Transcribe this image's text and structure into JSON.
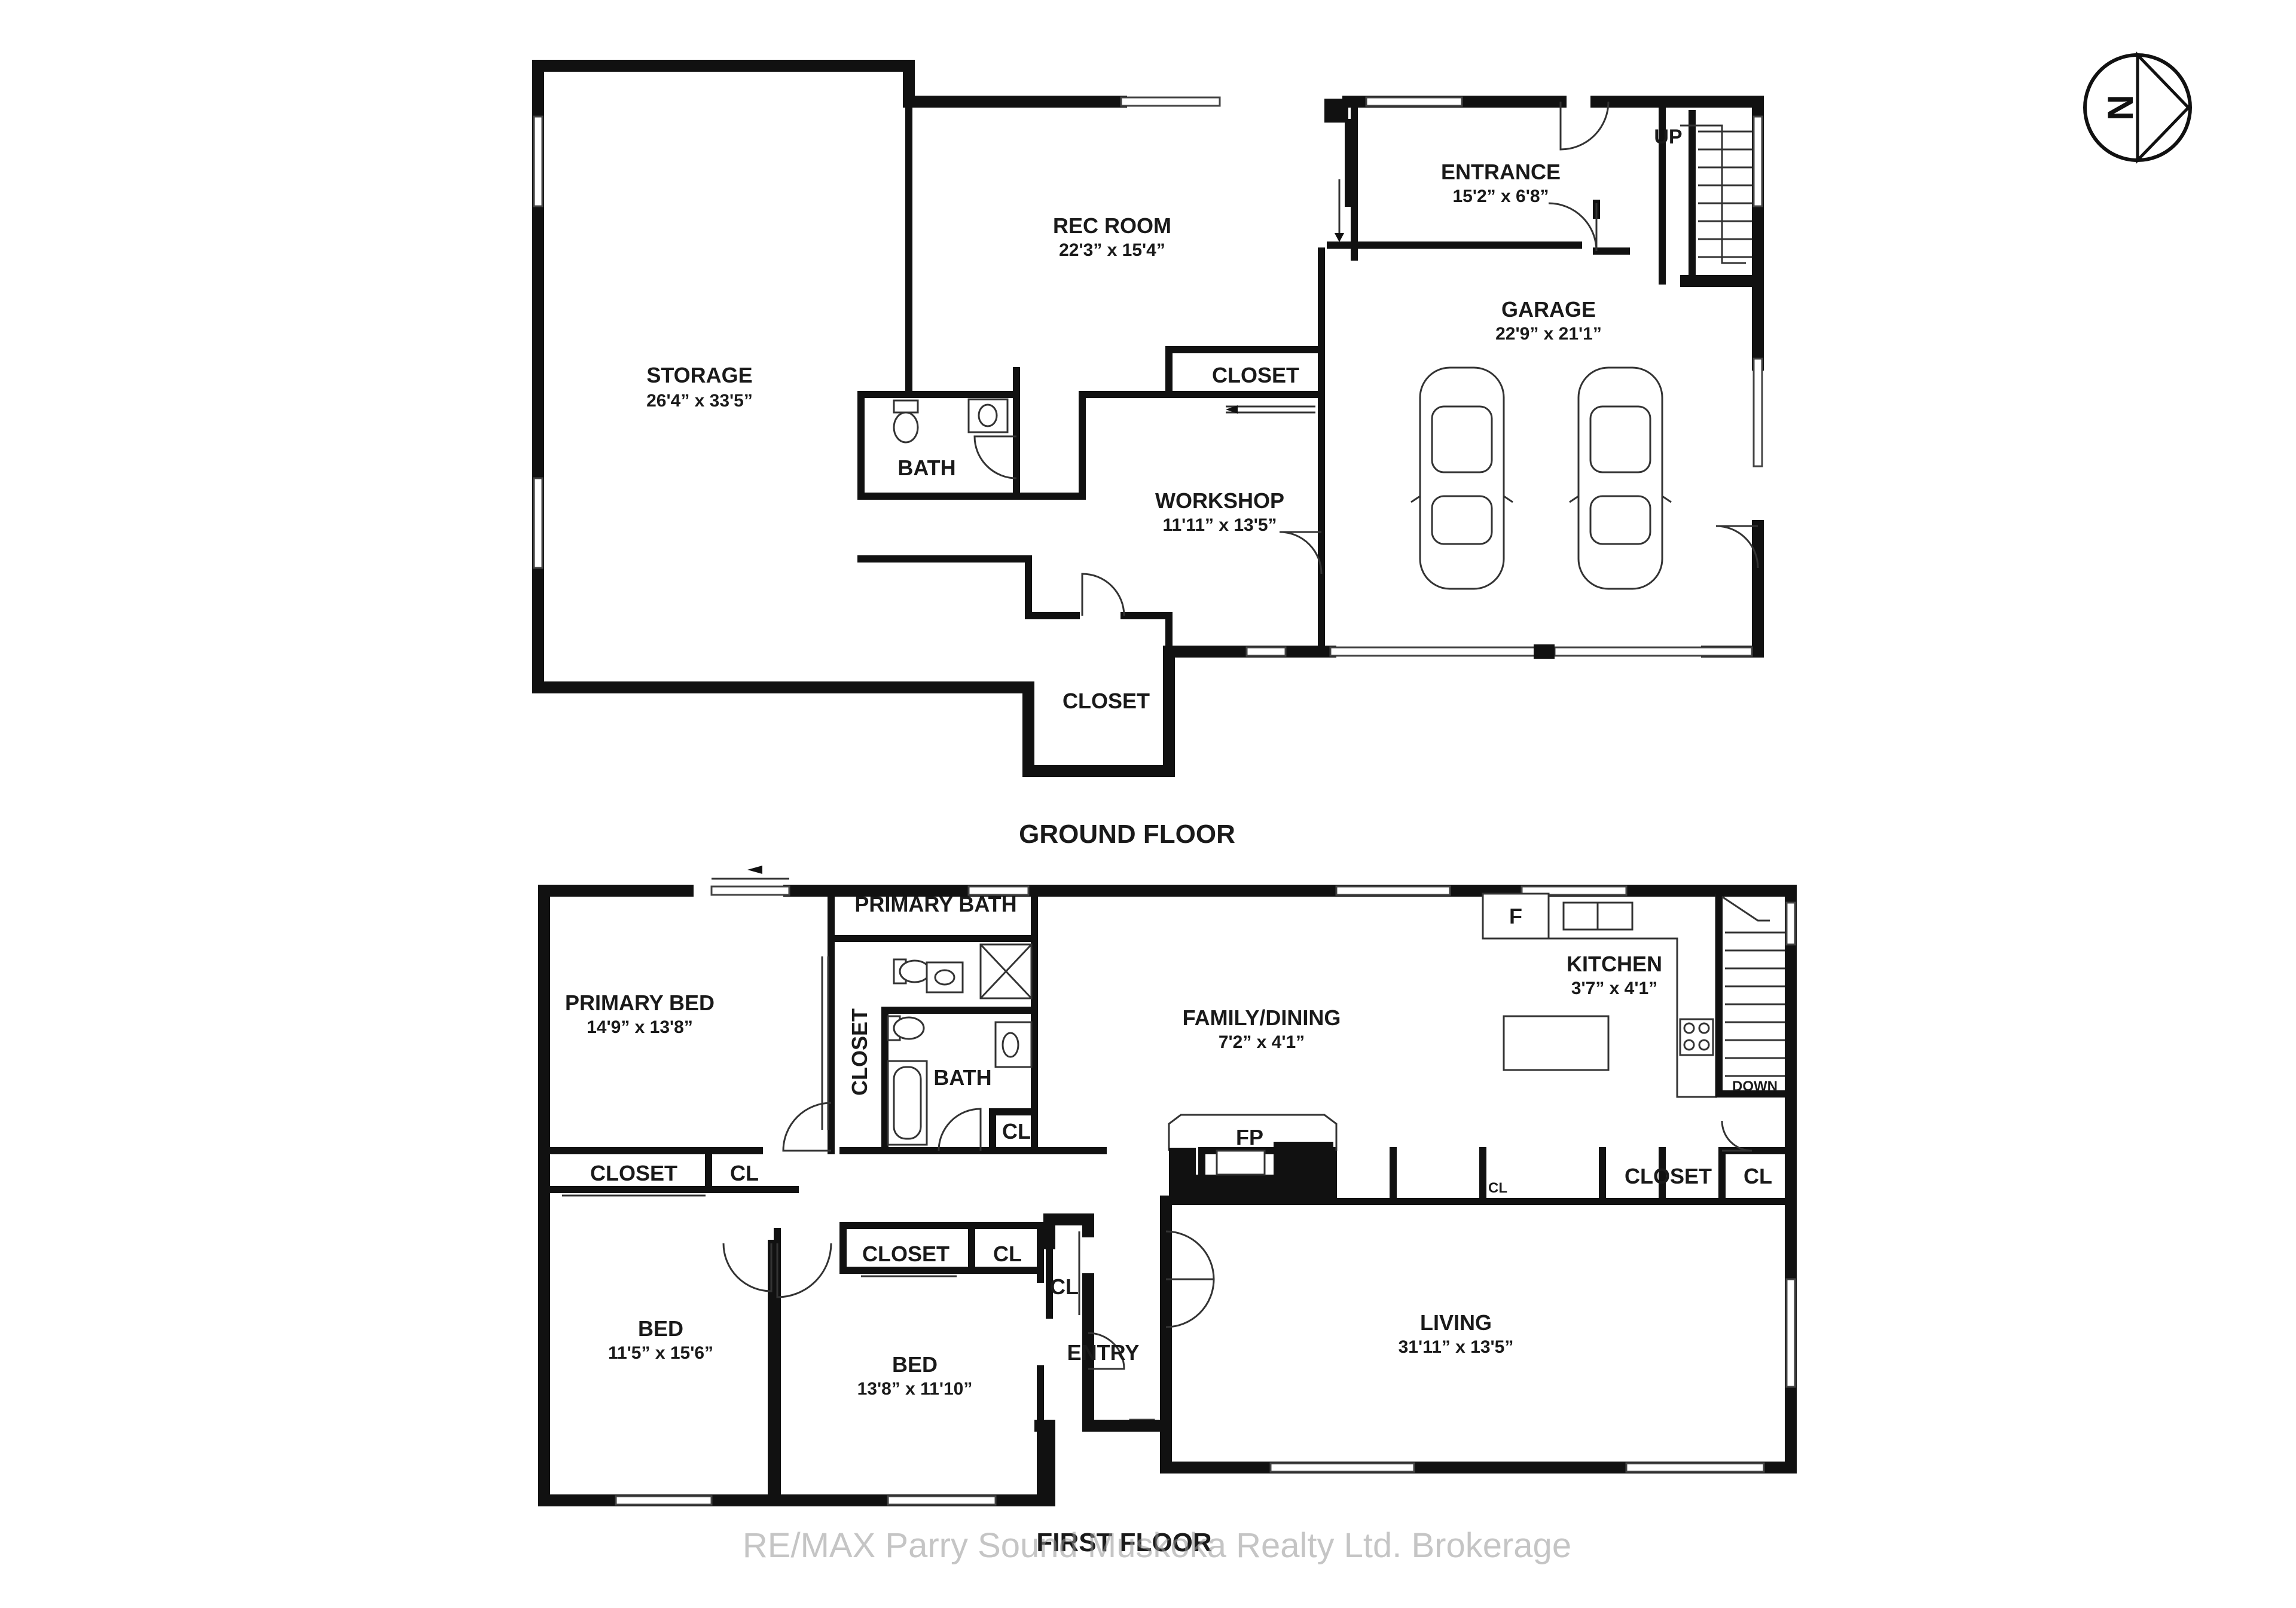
{
  "compass": {
    "letter": "N",
    "icon": "north-arrow-icon"
  },
  "ground_floor": {
    "label": "GROUND FLOOR",
    "rooms": {
      "storage": {
        "name": "STORAGE",
        "dim": "26'4” x 33'5”"
      },
      "rec_room": {
        "name": "REC ROOM",
        "dim": "22'3” x 15'4”"
      },
      "entrance": {
        "name": "ENTRANCE",
        "dim": "15'2” x 6'8”"
      },
      "garage": {
        "name": "GARAGE",
        "dim": "22'9” x 21'1”"
      },
      "workshop": {
        "name": "WORKSHOP",
        "dim": "11'11” x 13'5”"
      },
      "bath": {
        "name": "BATH"
      },
      "closet_upper": {
        "name": "CLOSET"
      },
      "closet_lower": {
        "name": "CLOSET"
      }
    },
    "stairs_label": "UP"
  },
  "first_floor": {
    "label": "FIRST FLOOR",
    "rooms": {
      "primary_bed": {
        "name": "PRIMARY BED",
        "dim": "14'9” x 13'8”"
      },
      "primary_bath": {
        "name": "PRIMARY BATH"
      },
      "bath": {
        "name": "BATH"
      },
      "closet_primary": {
        "name": "CLOSET"
      },
      "family_dining": {
        "name": "FAMILY/DINING",
        "dim": "7'2” x 4'1”"
      },
      "kitchen": {
        "name": "KITCHEN",
        "dim": "3'7” x 4'1”"
      },
      "fridge": {
        "name": "F"
      },
      "fp": {
        "name": "FP"
      },
      "closet_left": {
        "name": "CLOSET"
      },
      "cl_left": {
        "name": "CL"
      },
      "bed_left": {
        "name": "BED",
        "dim": "11'5” x 15'6”"
      },
      "closet_mid": {
        "name": "CLOSET"
      },
      "cl_mid": {
        "name": "CL"
      },
      "cl_entry": {
        "name": "CL"
      },
      "bed_mid": {
        "name": "BED",
        "dim": "13'8” x 11'10”"
      },
      "entry": {
        "name": "ENTRY"
      },
      "living": {
        "name": "LIVING",
        "dim": "31'11” x 13'5”"
      },
      "cl_bath": {
        "name": "CL"
      },
      "cl_family": {
        "name": "CL"
      },
      "closet_right": {
        "name": "CLOSET"
      },
      "cl_right": {
        "name": "CL"
      }
    },
    "stairs_label": "DOWN"
  },
  "watermark": "RE/MAX Parry Sound Muskoka Realty Ltd. Brokerage"
}
